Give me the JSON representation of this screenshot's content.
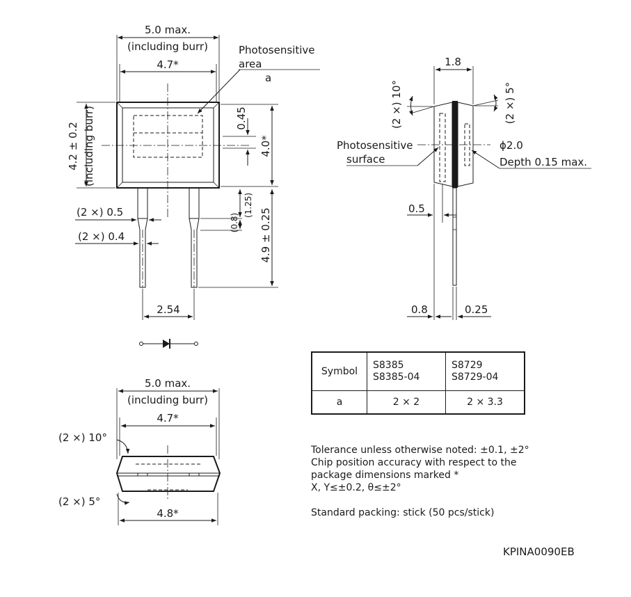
{
  "front": {
    "overall_width": "5.0 max.",
    "including_burr": "(including burr)",
    "inner_width": "4.7*",
    "photo_label_1": "Photosensitive",
    "photo_label_2": "area",
    "photo_label_a": "a",
    "height_left": "4.2 ± 0.2",
    "height_left_sub": "(including burr)",
    "offset_045": "0.45",
    "height_right": "4.0*",
    "lead_125": "(1.25)",
    "lead_08": "(0.8)",
    "lead_length": "4.9 ± 0.25",
    "lead_05": "(2 ×) 0.5",
    "lead_04": "(2 ×) 0.4",
    "pitch": "2.54"
  },
  "side": {
    "thickness": "1.8",
    "angle_left": "(2 ×) 10°",
    "angle_right": "(2 ×) 5°",
    "surface_label_1": "Photosensitive",
    "surface_label_2": "surface",
    "hole": "ϕ2.0",
    "depth": "Depth 0.15 max.",
    "dim_05": "0.5",
    "dim_08": "0.8",
    "dim_025": "0.25"
  },
  "bottom": {
    "overall_width": "5.0 max.",
    "including_burr": "(including burr)",
    "top_width": "4.7*",
    "angle_top": "(2 ×) 10°",
    "angle_bottom": "(2 ×) 5°",
    "bottom_width": "4.8*"
  },
  "table": {
    "header_symbol": "Symbol",
    "col1_line1": "S8385",
    "col1_line2": "S8385-04",
    "col2_line1": "S8729",
    "col2_line2": "S8729-04",
    "row_symbol": "a",
    "row_col1": "2 × 2",
    "row_col2": "2 × 3.3"
  },
  "notes": {
    "line1": "Tolerance unless otherwise noted: ±0.1, ±2°",
    "line2": "Chip position accuracy with respect to the",
    "line3": "package dimensions marked *",
    "line4": "X, Y≤±0.2, θ≤±2°",
    "line5": "Standard packing: stick (50 pcs/stick)"
  },
  "drawing_code": "KPINA0090EB"
}
